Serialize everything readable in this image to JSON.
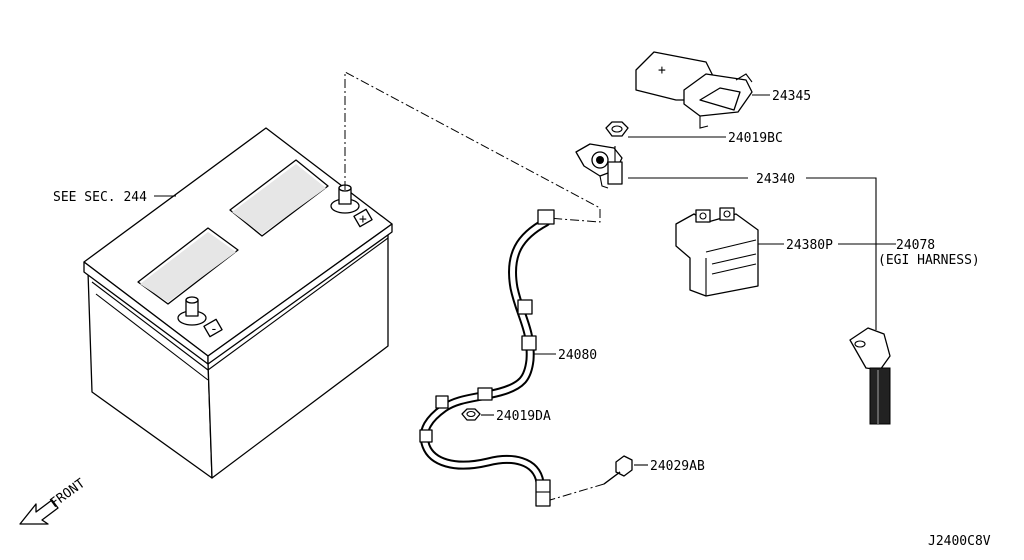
{
  "callouts": {
    "battery_ref": "SEE SEC. 244",
    "cover": "24345",
    "nut_terminal": "24019BC",
    "terminal": "24340",
    "fusible_link": "24380P",
    "harness_number": "24078",
    "harness_name": "(EGI HARNESS)",
    "cable": "24080",
    "nut_cable": "24019DA",
    "bolt": "24029AB"
  },
  "battery": {
    "positive_mark": "+",
    "negative_mark": "-"
  },
  "cover_mark": "+",
  "direction": "FRONT",
  "diagram_id": "J2400C8V"
}
